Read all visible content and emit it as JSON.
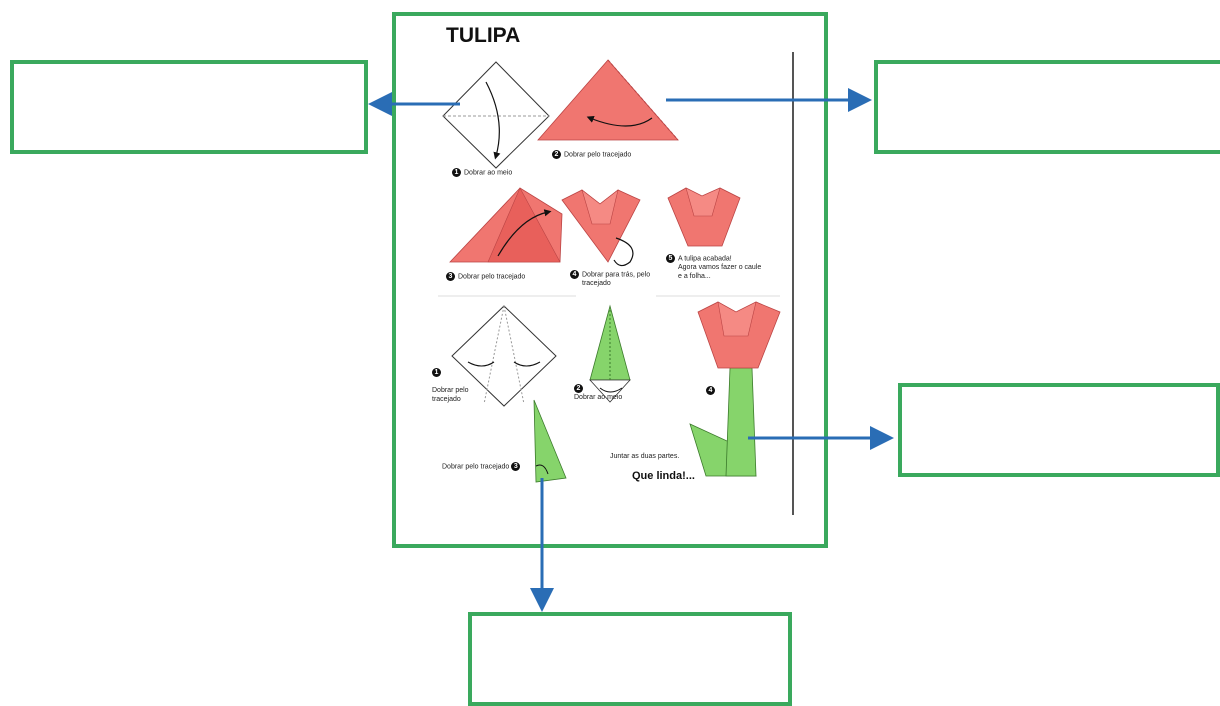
{
  "title": "TULIPA",
  "steps_flower": [
    {
      "num": "1",
      "text": "Dobrar ao meio"
    },
    {
      "num": "2",
      "text": "Dobrar pelo tracejado"
    },
    {
      "num": "3",
      "text": "Dobrar pelo tracejado"
    },
    {
      "num": "4",
      "text": "Dobrar para trás, pelo",
      "text2": "tracejado"
    },
    {
      "num": "5",
      "text": "A tulipa acabada!",
      "text2": "Agora vamos fazer o caule",
      "text3": "e a folha..."
    }
  ],
  "steps_stem": [
    {
      "num": "1",
      "text": "Dobrar pelo",
      "text2": "tracejado"
    },
    {
      "num": "2",
      "text": "Dobrar ao meio"
    },
    {
      "num": "3",
      "text": "Dobrar pelo tracejado"
    },
    {
      "num": "4",
      "text": ""
    }
  ],
  "join_text": "Juntar as duas partes.",
  "final_text": "Que linda!...",
  "colors": {
    "box_border": "#3aa95d",
    "arrow": "#2a6db5",
    "petal": "#f07670",
    "stem": "#86d46b"
  }
}
